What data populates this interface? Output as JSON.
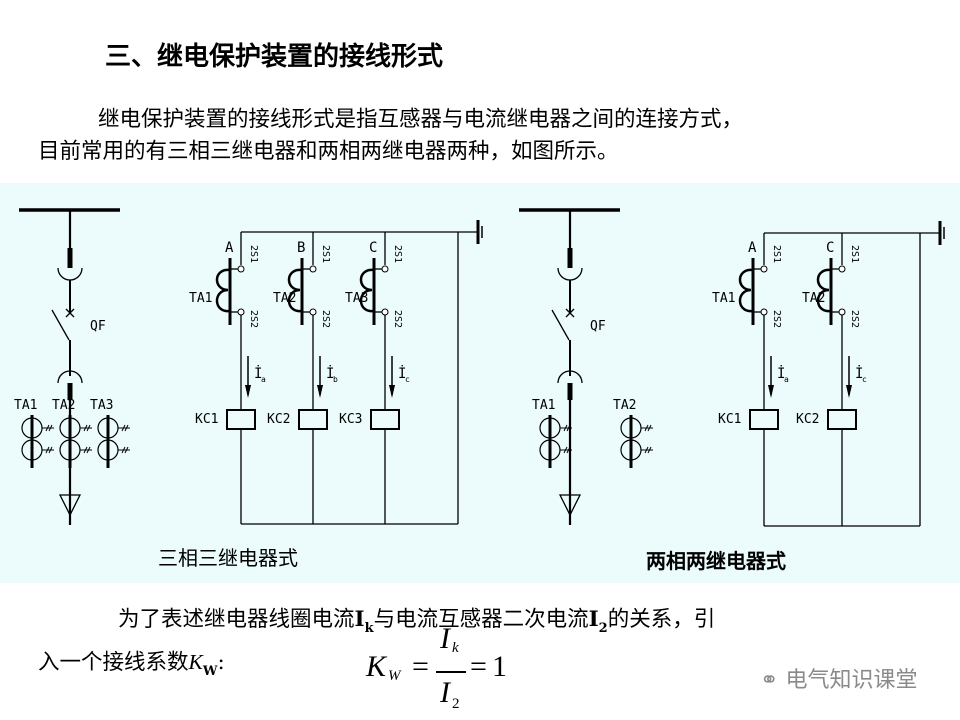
{
  "title": "三、继电保护装置的接线形式",
  "intro": {
    "line1": "继电保护装置的接线形式是指互感器与电流继电器之间的连接方式，",
    "line2": "目前常用的有三相三继电器和两相两继电器两种，如图所示。"
  },
  "diagram_three_phase": {
    "caption": "三相三继电器式",
    "breaker": "QF",
    "primary_ct_labels": [
      "TA1",
      "TA2",
      "TA3"
    ],
    "phases": [
      {
        "phase": "A",
        "ct": "TA1",
        "s1": "2S1",
        "s2": "2S2",
        "current": "İ",
        "current_sub": "a",
        "relay": "KC1"
      },
      {
        "phase": "B",
        "ct": "TA2",
        "s1": "2S1",
        "s2": "2S2",
        "current": "İ",
        "current_sub": "b",
        "relay": "KC2"
      },
      {
        "phase": "C",
        "ct": "TA3",
        "s1": "2S1",
        "s2": "2S2",
        "current": "İ",
        "current_sub": "c",
        "relay": "KC3"
      }
    ]
  },
  "diagram_two_phase": {
    "caption": "两相两继电器式",
    "breaker": "QF",
    "primary_ct_labels": [
      "TA1",
      "TA2"
    ],
    "phases": [
      {
        "phase": "A",
        "ct": "TA1",
        "s1": "2S1",
        "s2": "2S2",
        "current": "İ",
        "current_sub": "a",
        "relay": "KC1"
      },
      {
        "phase": "C",
        "ct": "TA2",
        "s1": "2S1",
        "s2": "2S2",
        "current": "İ",
        "current_sub": "c",
        "relay": "KC2"
      }
    ]
  },
  "bottom": {
    "line1_a": "为了表述继电器线圈电流",
    "ik": "I",
    "ik_sub": "k",
    "line1_b": "与电流互感器二次电流",
    "i2": "I",
    "i2_sub": "2",
    "line1_c": "的关系，引",
    "line2": "入一个接线系数",
    "kw": "K",
    "kw_sub": "W",
    "colon": ":"
  },
  "formula": {
    "lhs": "K",
    "lhs_sub": "W",
    "eq": "=",
    "num": "I",
    "num_sub": "k",
    "den": "I",
    "den_sub": "2",
    "eq2": "=",
    "result": "1"
  },
  "watermark": "电气知识课堂"
}
